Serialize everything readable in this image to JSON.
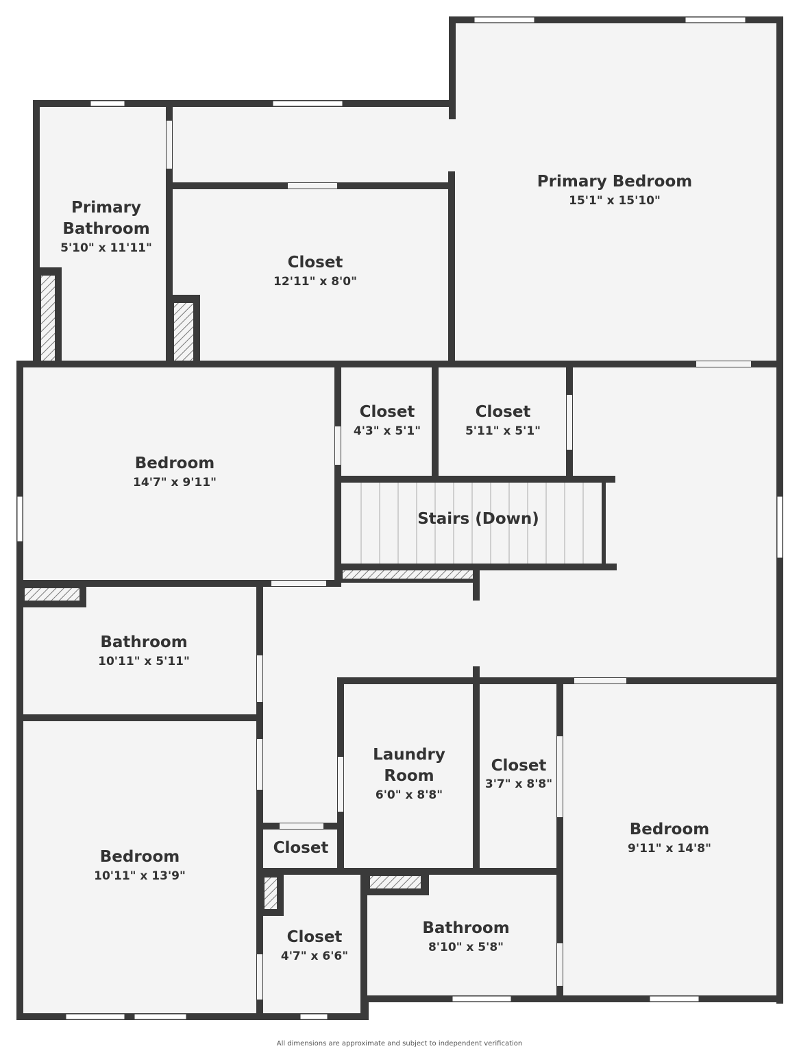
{
  "rooms": {
    "primary_bedroom": {
      "name": "Primary Bedroom",
      "dim": "15'1\" x 15'10\""
    },
    "primary_bathroom": {
      "name_line1": "Primary",
      "name_line2": "Bathroom",
      "dim": "5'10\" x 11'11\""
    },
    "closet_top": {
      "name": "Closet",
      "dim": "12'11\" x 8'0\""
    },
    "bedroom_west": {
      "name": "Bedroom",
      "dim": "14'7\" x 9'11\""
    },
    "closet_small_1": {
      "name": "Closet",
      "dim": "4'3\" x 5'1\""
    },
    "closet_small_2": {
      "name": "Closet",
      "dim": "5'11\" x 5'1\""
    },
    "stairs": {
      "name": "Stairs (Down)"
    },
    "bathroom_west": {
      "name": "Bathroom",
      "dim": "10'11\" x 5'11\""
    },
    "laundry": {
      "name_line1": "Laundry",
      "name_line2": "Room",
      "dim": "6'0\" x 8'8\""
    },
    "closet_mid": {
      "name": "Closet",
      "dim": "3'7\" x 8'8\""
    },
    "bedroom_east": {
      "name": "Bedroom",
      "dim": "9'11\" x 14'8\""
    },
    "bedroom_southwest": {
      "name": "Bedroom",
      "dim": "10'11\" x 13'9\""
    },
    "closet_hall": {
      "name": "Closet"
    },
    "closet_south": {
      "name": "Closet",
      "dim": "4'7\" x 6'6\""
    },
    "bathroom_south": {
      "name": "Bathroom",
      "dim": "8'10\" x 5'8\""
    }
  },
  "footer": "All dimensions are approximate and subject to independent verification",
  "colors": {
    "wall": "#3a3a3a",
    "floor": "#f4f4f4",
    "text": "#333333"
  }
}
